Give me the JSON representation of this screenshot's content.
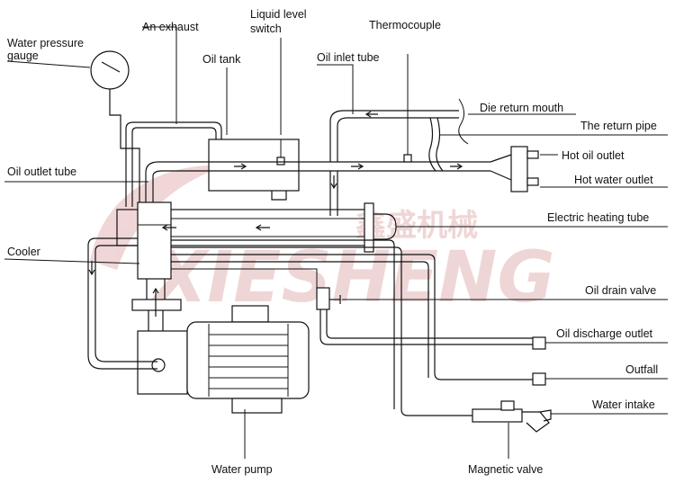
{
  "watermark": {
    "brand_cn": "鑫盛机械",
    "brand_en": "XIESHENG",
    "color": "#e3b5b5"
  },
  "labels": {
    "water_pressure_gauge_line1": "Water pressure",
    "water_pressure_gauge_line2": "gauge",
    "an_exhaust": "An exhaust",
    "liquid_level_switch_line1": "Liquid level",
    "liquid_level_switch_line2": "switch",
    "thermocouple": "Thermocouple",
    "oil_tank": "Oil tank",
    "oil_inlet_tube": "Oil inlet tube",
    "die_return_mouth": "Die return mouth",
    "the_return_pipe": "The return pipe",
    "hot_oil_outlet": "Hot oil outlet",
    "hot_water_outlet": "Hot water outlet",
    "oil_outlet_tube": "Oil outlet tube",
    "electric_heating_tube": "Electric heating tube",
    "cooler": "Cooler",
    "oil_drain_valve": "Oil drain valve",
    "oil_discharge_outlet": "Oil discharge outlet",
    "outfall": "Outfall",
    "water_intake": "Water intake",
    "water_pump": "Water pump",
    "magnetic_valve": "Magnetic valve"
  }
}
